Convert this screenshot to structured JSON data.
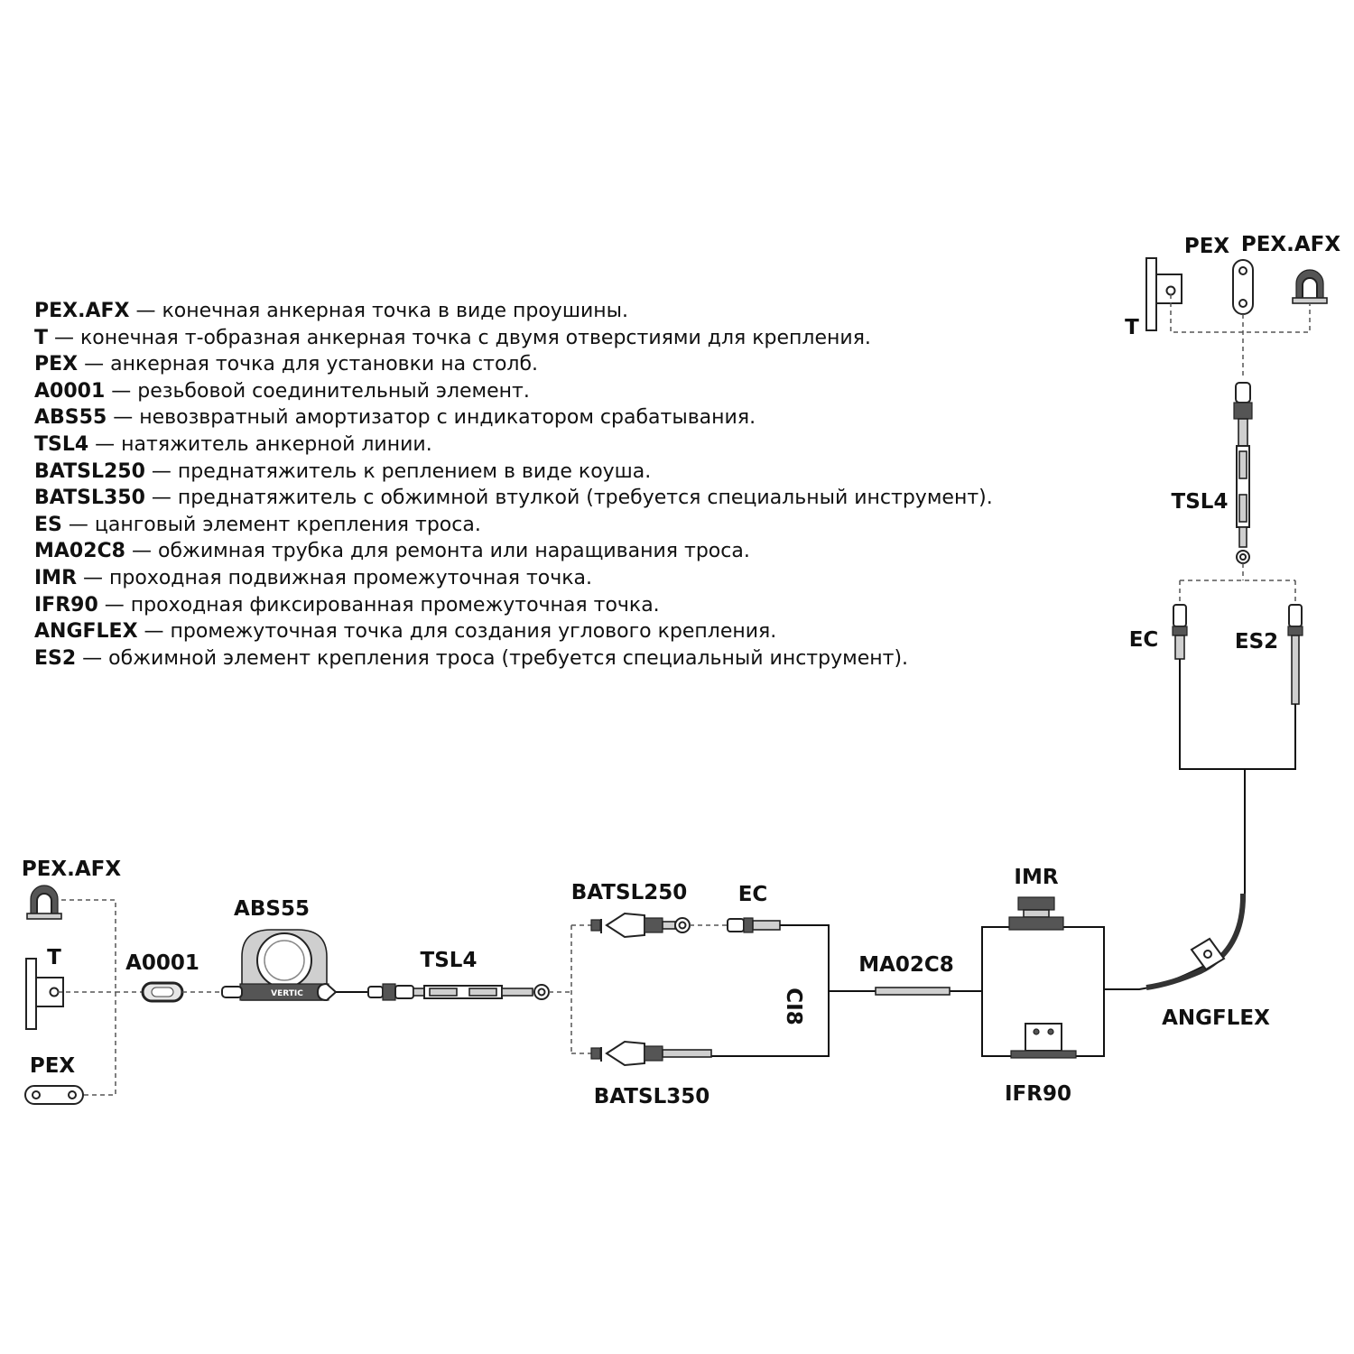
{
  "legend": {
    "items": [
      {
        "code": "PEX.AFX",
        "text": " — конечная анкерная точка в виде проушины."
      },
      {
        "code": "T",
        "text": " — конечная т-образная анкерная точка с двумя отверстиями для крепления."
      },
      {
        "code": "PEX",
        "text": " — анкерная точка для установки на столб."
      },
      {
        "code": "A0001",
        "text": " — резьбовой соединительный элемент."
      },
      {
        "code": "ABS55",
        "text": " — невозвратный амортизатор с индикатором срабатывания."
      },
      {
        "code": "TSL4",
        "text": " — натяжитель анкерной линии."
      },
      {
        "code": "BATSL250",
        "text": " — преднатяжитель к реплением в виде коуша."
      },
      {
        "code": "BATSL350",
        "text": " — преднатяжитель с обжимной втулкой (требуется специальный инструмент)."
      },
      {
        "code": "ES",
        "text": " — цанговый элемент крепления троса."
      },
      {
        "code": "MA02C8",
        "text": " — обжимная трубка для ремонта или наращивания троса."
      },
      {
        "code": "IMR",
        "text": " — проходная подвижная промежуточная точка."
      },
      {
        "code": "IFR90",
        "text": " — проходная фиксированная промежуточная точка."
      },
      {
        "code": "ANGFLEX",
        "text": " — промежуточная точка для создания углового крепления."
      },
      {
        "code": "ES2",
        "text": " — обжимной элемент крепления троса (требуется специальный инструмент)."
      }
    ]
  },
  "diagram": {
    "labels": {
      "pex_afx_top": "PEX.AFX",
      "pex_top": "PEX",
      "t_top": "T",
      "tsl4_top": "TSL4",
      "ec_top": "EC",
      "es2_top": "ES2",
      "pex_afx_left": "PEX.AFX",
      "t_left": "T",
      "pex_left": "PEX",
      "a0001": "A0001",
      "abs55": "ABS55",
      "tsl4_bottom": "TSL4",
      "batsl250": "BATSL250",
      "ec_bottom": "EC",
      "batsl350": "BATSL350",
      "ci8": "CI8",
      "ma02c8": "MA02C8",
      "imr": "IMR",
      "ifr90": "IFR90",
      "angflex": "ANGFLEX"
    },
    "abs55_brand": "VERTIC"
  }
}
